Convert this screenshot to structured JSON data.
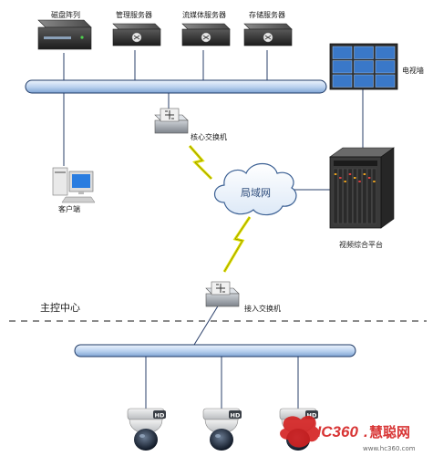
{
  "labels": {
    "disk_array": "磁盘阵列",
    "mgmt_server": "管理服务器",
    "media_server": "流媒体服务器",
    "storage_server": "存储服务器",
    "video_wall": "电视墙",
    "core_switch": "核心交换机",
    "client": "客户端",
    "lan": "局域网",
    "video_platform": "视频综合平台",
    "control_center": "主控中心",
    "access_switch": "接入交换机"
  },
  "camera_badge": "HD",
  "watermark": {
    "brand": "HC360",
    "dot": ".",
    "cn": "慧聪网",
    "url": "www.hc360.com"
  },
  "colors": {
    "bus_fill": "#c9dcf2",
    "bus_stroke": "#1f3a66",
    "link": "#2a3f6a",
    "lightning": "#e0e000",
    "wall_screen": "#3a78c8",
    "watermark_red": "#d42020"
  }
}
